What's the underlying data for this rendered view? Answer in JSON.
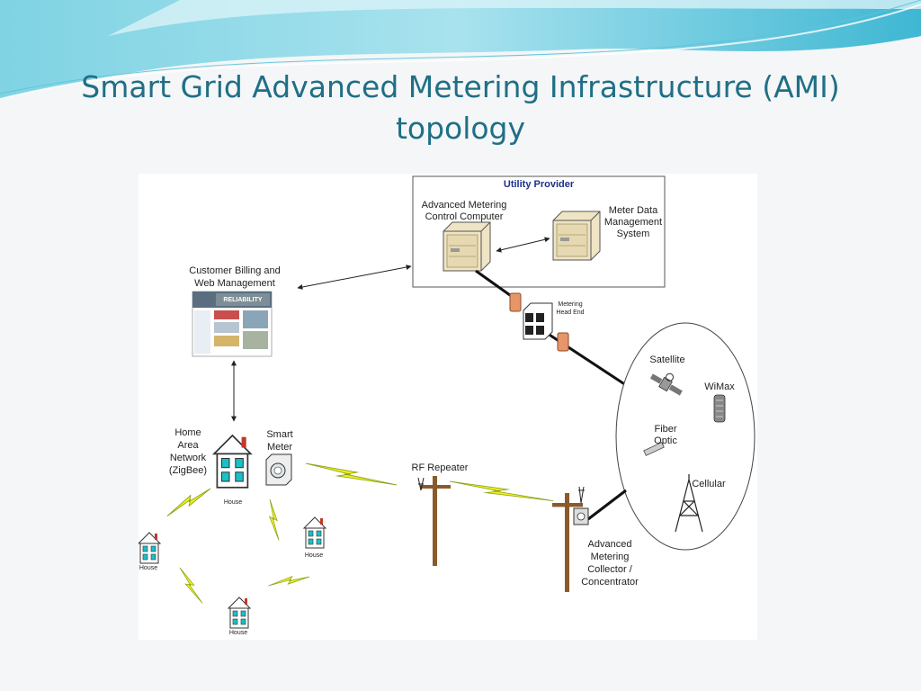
{
  "slide": {
    "title_line1": "Smart Grid Advanced Metering Infrastructure (AMI)",
    "title_line2": "topology",
    "accent_color": "#1f6f86"
  },
  "diagram": {
    "utility_provider": {
      "title": "Utility Provider",
      "amcc": [
        "Advanced Metering",
        "Control Computer"
      ],
      "mdms": [
        "Meter Data",
        "Management",
        "System"
      ]
    },
    "customer_billing": [
      "Customer Billing and",
      "Web Management"
    ],
    "billing_banner": "RELIABILITY",
    "head_end": [
      "Metering",
      "Head End"
    ],
    "wan_options": {
      "satellite": "Satellite",
      "wimax": "WiMax",
      "fiber": [
        "Fiber",
        "Optic"
      ],
      "cellular": "Cellular"
    },
    "home_area_network": [
      "Home",
      "Area",
      "Network",
      "(ZigBee)"
    ],
    "smart_meter": [
      "Smart",
      "Meter"
    ],
    "rf_repeater": "RF Repeater",
    "collector": [
      "Advanced",
      "Metering",
      "Collector /",
      "Concentrator"
    ],
    "house_label": "House",
    "icons": [
      "server-icon",
      "firewall-icon",
      "head-end-icon",
      "satellite-icon",
      "wimax-antenna-icon",
      "fiber-cable-icon",
      "cell-tower-icon",
      "house-icon",
      "smart-meter-icon",
      "utility-pole-icon",
      "lightning-bolt-icon",
      "website-screenshot-icon"
    ]
  }
}
